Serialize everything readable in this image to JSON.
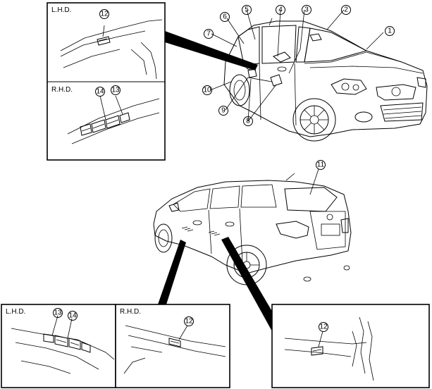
{
  "insets": {
    "top_left_upper": {
      "label": "L.H.D."
    },
    "top_left_lower": {
      "label": "R.H.D."
    },
    "bottom_left": {
      "label": "L.H.D."
    },
    "bottom_middle": {
      "label": "R.H.D."
    }
  },
  "callouts": {
    "c1": "1",
    "c2": "2",
    "c3": "3",
    "c4": "4",
    "c5": "5",
    "c6": "6",
    "c7": "7",
    "c8": "8",
    "c9": "9",
    "c10": "10",
    "c11": "11",
    "c12a": "12",
    "c12b": "12",
    "c12c": "12",
    "c13a": "13",
    "c13b": "13",
    "c14a": "14",
    "c14b": "14"
  }
}
